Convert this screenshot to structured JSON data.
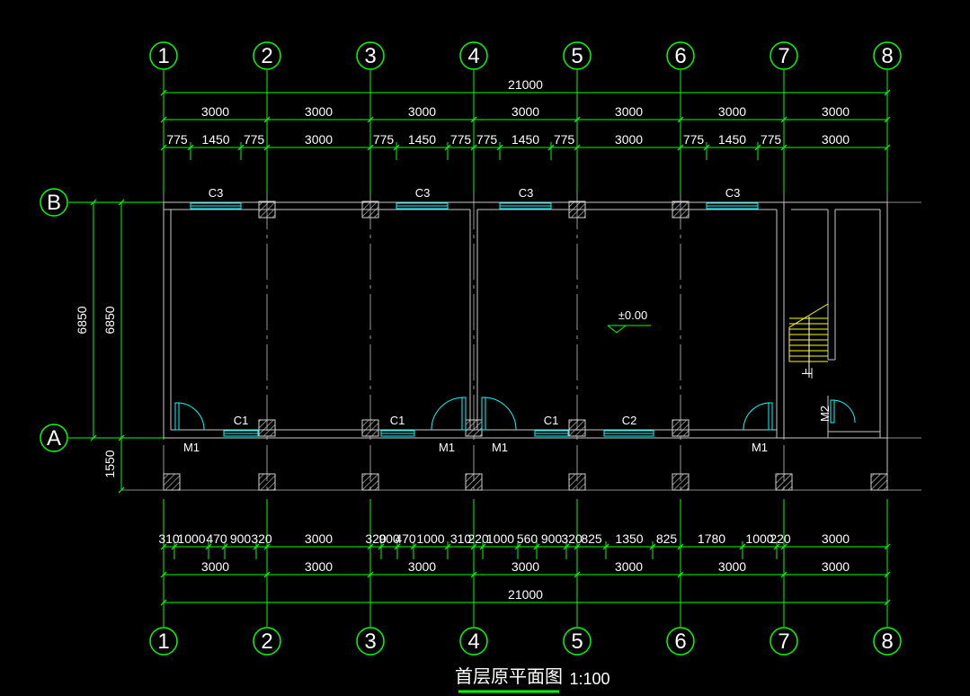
{
  "title": "首层原平面图",
  "scale": "1:100",
  "colors": {
    "background": "#000000",
    "axis": "#00ff00",
    "wall": "#c8c8c8",
    "window": "#00ffff",
    "column": "#c8c8c8",
    "stair": "#ffff00",
    "text": "#ffffff"
  },
  "axes_numbers": [
    "1",
    "2",
    "3",
    "4",
    "5",
    "6",
    "7",
    "8"
  ],
  "axes_letters": [
    "A",
    "B"
  ],
  "top_dims": {
    "overall": "21000",
    "row1": [
      "3000",
      "3000",
      "3000",
      "3000",
      "3000",
      "3000",
      "3000"
    ],
    "row2": [
      "775",
      "1450",
      "775",
      "3000",
      "775",
      "1450",
      "775",
      "775",
      "1450",
      "775",
      "3000",
      "775",
      "1450",
      "775",
      "3000"
    ]
  },
  "bottom_dims": {
    "row1": [
      "310",
      "1000",
      "470",
      "900",
      "320",
      "3000",
      "320",
      "900",
      "470",
      "1000",
      "310",
      "220",
      "1000",
      "560",
      "900",
      "320",
      "825",
      "1350",
      "825",
      "1780",
      "1000",
      "220",
      "3000"
    ],
    "row2": [
      "3000",
      "3000",
      "3000",
      "3000",
      "3000",
      "3000",
      "3000"
    ],
    "overall": "21000"
  },
  "left_dims": {
    "outer": "6850",
    "inner": "6850",
    "lower": "1550"
  },
  "labels": {
    "windows_top": [
      "C3",
      "C3",
      "C3",
      "C3"
    ],
    "windows_bottom": [
      "C1",
      "C1",
      "C1",
      "C2"
    ],
    "doors": [
      "M1",
      "M1",
      "M1",
      "M1"
    ],
    "door_m2": "M2",
    "level": "±0.00",
    "stair_arrow": "上"
  }
}
